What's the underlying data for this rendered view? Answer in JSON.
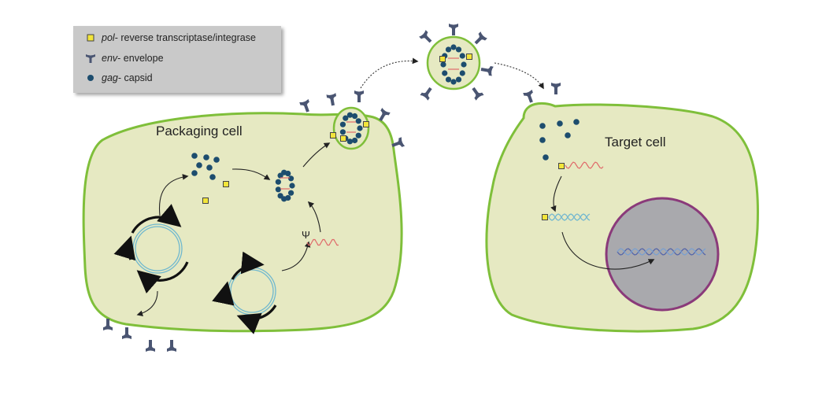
{
  "legend": {
    "items": [
      {
        "gene": "pol",
        "description": " - reverse transcriptase/integrase",
        "icon": "yellow-square-icon"
      },
      {
        "gene": "env",
        "description": " - envelope",
        "icon": "envelope-protein-icon"
      },
      {
        "gene": "gag",
        "description": " - capsid",
        "icon": "capsid-dot-icon"
      }
    ]
  },
  "labels": {
    "packaging_cell": "Packaging cell",
    "target_cell": "Target cell",
    "psi": "Ψ"
  },
  "colors": {
    "cell_fill": "#e6e9c2",
    "cell_border": "#7fbf3a",
    "nucleus_fill": "#a9a9ad",
    "nucleus_border": "#8a3a7a",
    "capsid": "#1d4d6e",
    "envelope_protein": "#4a5572",
    "pol": "#f2e53a",
    "rna": "#e06a6a",
    "plasmid": "#6fb8cf",
    "host_dna": "#5566aa",
    "legend_bg": "#c9c9c9"
  }
}
